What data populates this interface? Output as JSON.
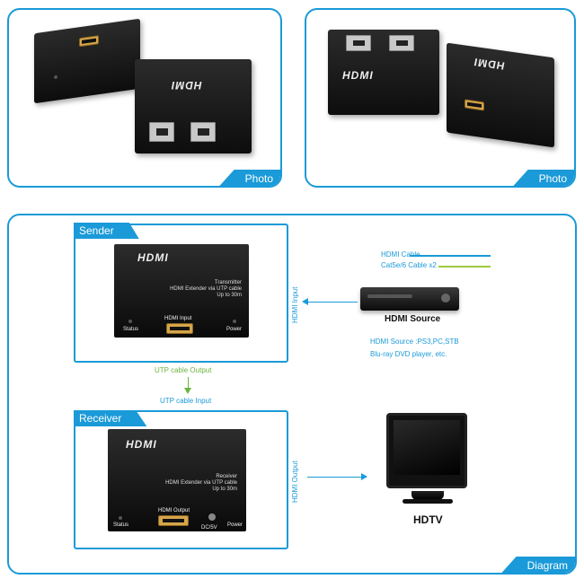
{
  "photo1": {
    "tag": "Photo"
  },
  "photo2": {
    "tag": "Photo"
  },
  "diagram": {
    "tag": "Diagram",
    "sender": {
      "tab": "Sender",
      "device": {
        "logo": "HDMI",
        "line1": "Transmitter",
        "line2": "HDMI Extender via UTP cable",
        "line3": "Up to 30m",
        "port_label": "HDMI Input",
        "status": "Status",
        "power": "Power"
      }
    },
    "receiver": {
      "tab": "Receiver",
      "device": {
        "logo": "HDMI",
        "line1": "Receiver",
        "line2": "HDMI Extender via UTP cable",
        "line3": "Up to 30m",
        "port_label": "HDMI Output",
        "status": "Status",
        "power": "Power",
        "dc": "DC/5V"
      }
    },
    "utp_output": "UTP cable Output",
    "utp_input": "UTP cable Input",
    "hdmi_input_v": "HDMI Input",
    "hdmi_output_v": "HDMI Output",
    "legend": {
      "hdmi_cable": "HDMI Cable",
      "cat_cable": "Cat5e/6 Cable x2",
      "hdmi_color": "#1a9ad8",
      "cat_color": "#9cc93f"
    },
    "source_title": "HDMI Source",
    "source_note1": "HDMI Source :PS3,PC,STB",
    "source_note2": "Blu-ray DVD player, etc.",
    "tv_title": "HDTV"
  }
}
